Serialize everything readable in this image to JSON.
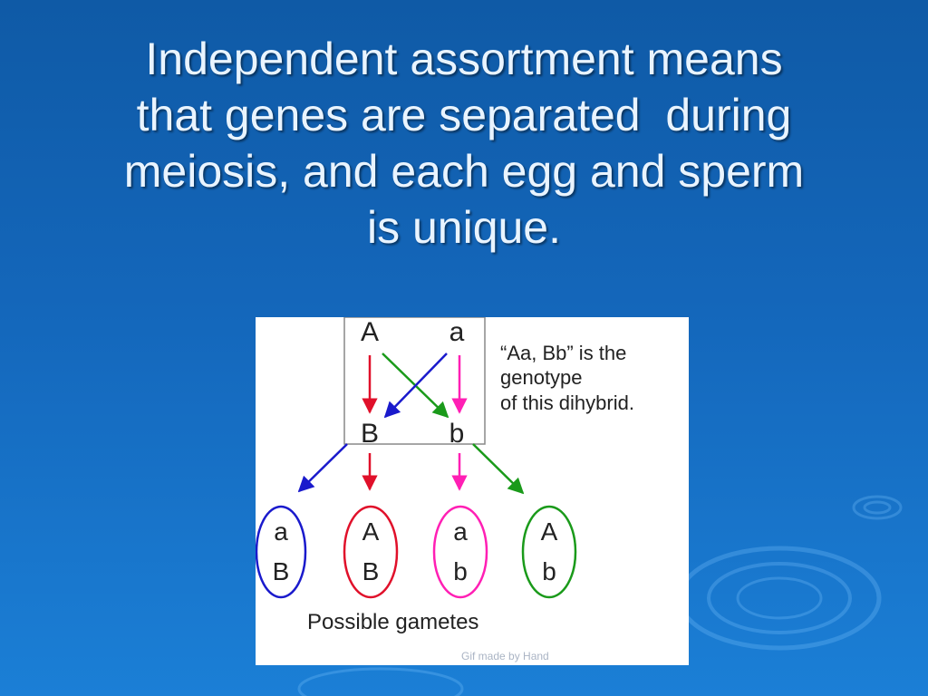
{
  "slide": {
    "title_lines": [
      "Independent assortment means",
      "that genes are separated  during",
      "meiosis, and each egg and sperm",
      "is unique."
    ]
  },
  "diagram": {
    "parent_alleles": {
      "top_left": "A",
      "top_right": "a",
      "bottom_left": "B",
      "bottom_right": "b"
    },
    "note_lines": [
      "“Aa, Bb” is the",
      "genotype",
      "of this dihybrid."
    ],
    "gametes": [
      {
        "top": "a",
        "bottom": "B",
        "color": "#1a1acc"
      },
      {
        "top": "A",
        "bottom": "B",
        "color": "#e0102a"
      },
      {
        "top": "a",
        "bottom": "b",
        "color": "#ff1fb4"
      },
      {
        "top": "A",
        "bottom": "b",
        "color": "#1a9a1a"
      }
    ],
    "caption": "Possible gametes",
    "credit": "Gif made by Hand",
    "colors": {
      "red": "#e0102a",
      "blue": "#1a1acc",
      "magenta": "#ff1fb4",
      "green": "#1a9a1a"
    }
  }
}
